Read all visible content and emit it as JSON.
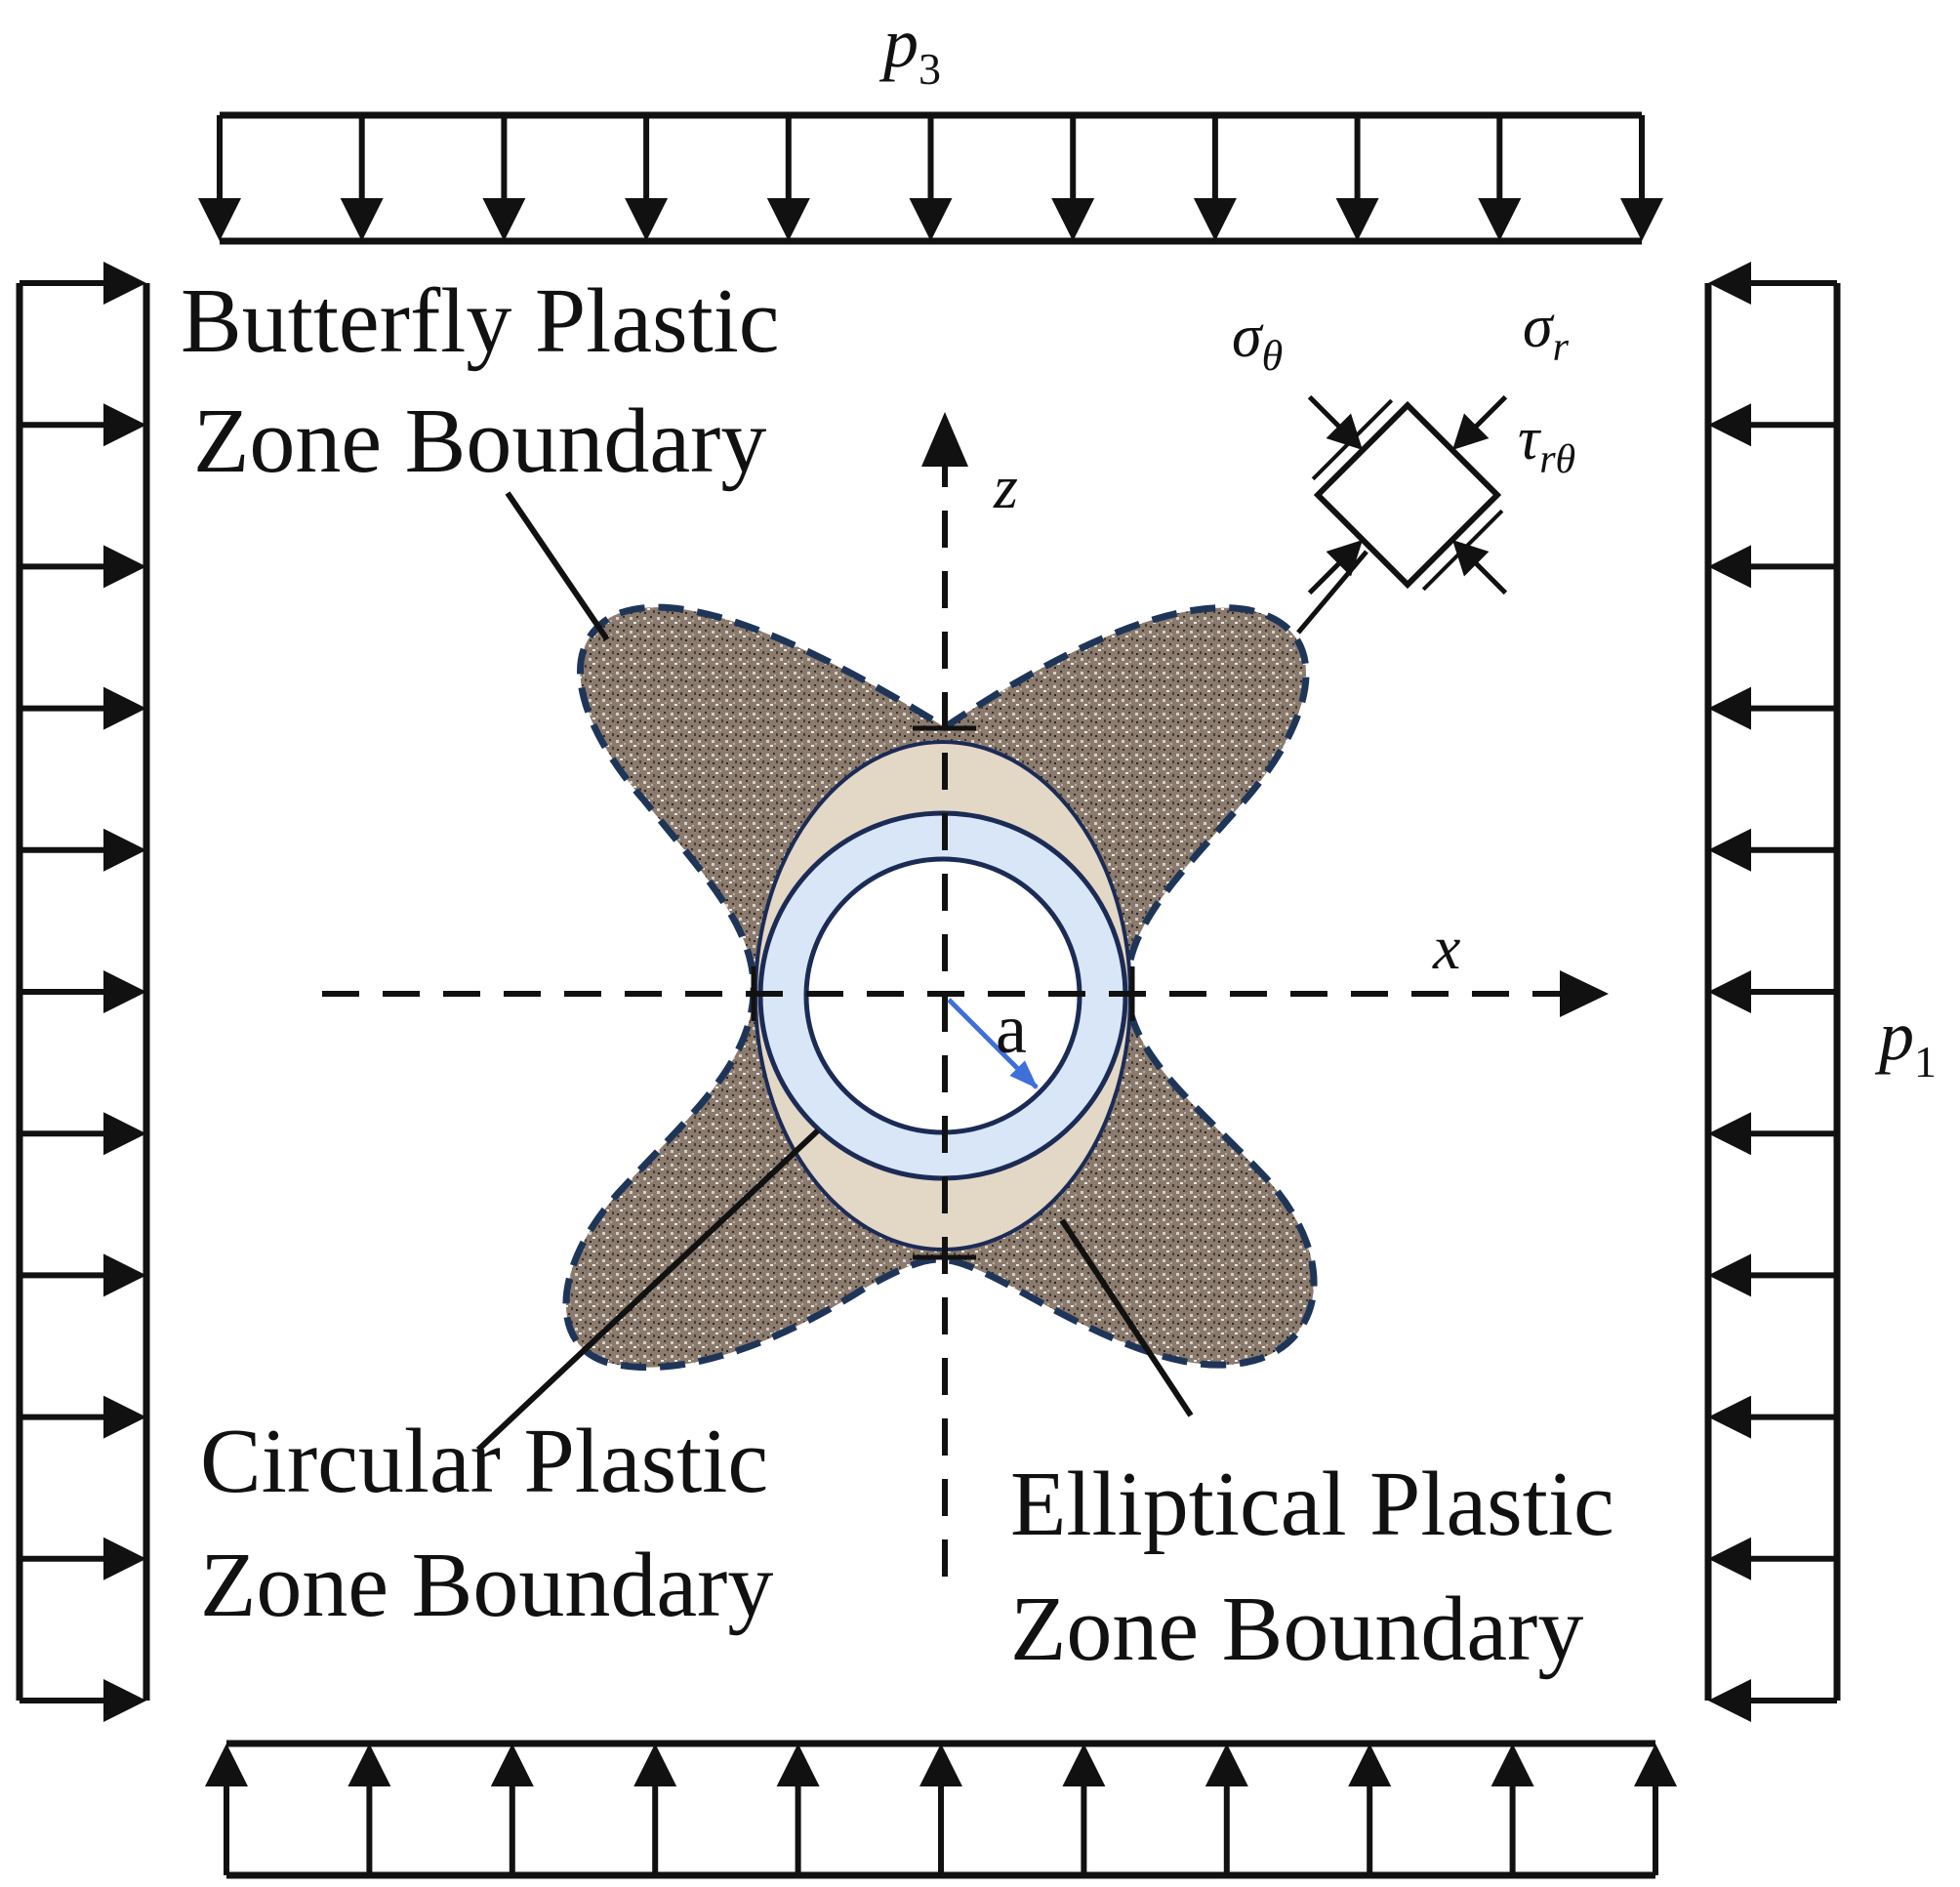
{
  "diagram": {
    "loads": {
      "top": {
        "symbol": "p",
        "subscript": "3"
      },
      "right": {
        "symbol": "p",
        "subscript": "1"
      }
    },
    "axes": {
      "horizontal": "x",
      "vertical": "z"
    },
    "radius_label": "a",
    "stress_element": {
      "sigma_theta": {
        "symbol": "σ",
        "subscript": "θ"
      },
      "sigma_r": {
        "symbol": "σ",
        "subscript": "r"
      },
      "tau": {
        "symbol": "τ",
        "subscript": "rθ"
      }
    },
    "labels": {
      "butterfly": [
        "Butterfly Plastic",
        "Zone Boundary"
      ],
      "circular": [
        "Circular Plastic",
        "Zone Boundary"
      ],
      "elliptical": [
        "Elliptical Plastic",
        "Zone Boundary"
      ]
    },
    "colors": {
      "butterfly_fill": "#8a7b6e",
      "butterfly_outline": "#1f3558",
      "ellipse_fill": "#e3d7c6",
      "ring_fill": "#d8e6f7",
      "ring_outline": "#1c2b55",
      "radius_arrow": "#3f6fd8",
      "ink": "#111111"
    }
  }
}
